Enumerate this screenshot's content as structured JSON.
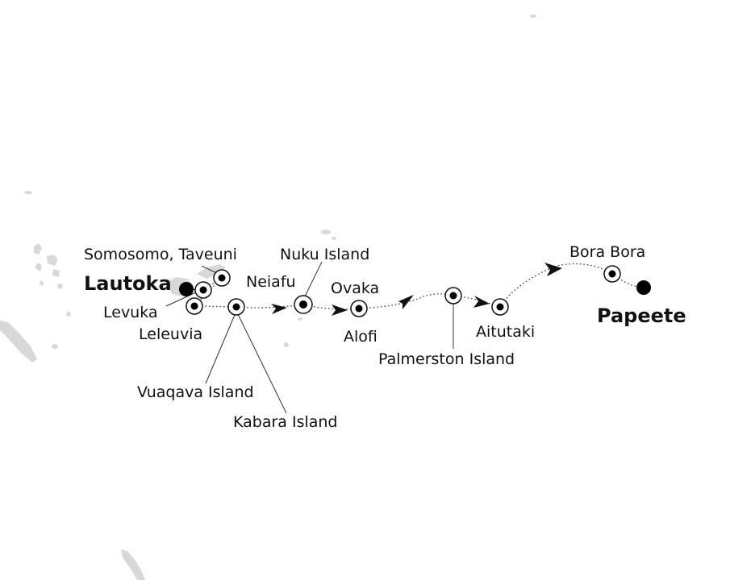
{
  "map": {
    "start_port": "Lautoka",
    "end_port": "Papeete",
    "stops": [
      {
        "name": "Levuka"
      },
      {
        "name": "Somosomo, Taveuni"
      },
      {
        "name": "Leleuvia"
      },
      {
        "name": "Vuaqava Island"
      },
      {
        "name": "Kabara Island"
      },
      {
        "name": "Neiafu"
      },
      {
        "name": "Nuku Island"
      },
      {
        "name": "Ovaka"
      },
      {
        "name": "Alofi"
      },
      {
        "name": "Palmerston Island"
      },
      {
        "name": "Aitutaki"
      },
      {
        "name": "Bora Bora"
      }
    ],
    "colors": {
      "land": "#d8d8d8",
      "route": "#333333",
      "marker": "#000000",
      "background": "#ffffff"
    }
  }
}
